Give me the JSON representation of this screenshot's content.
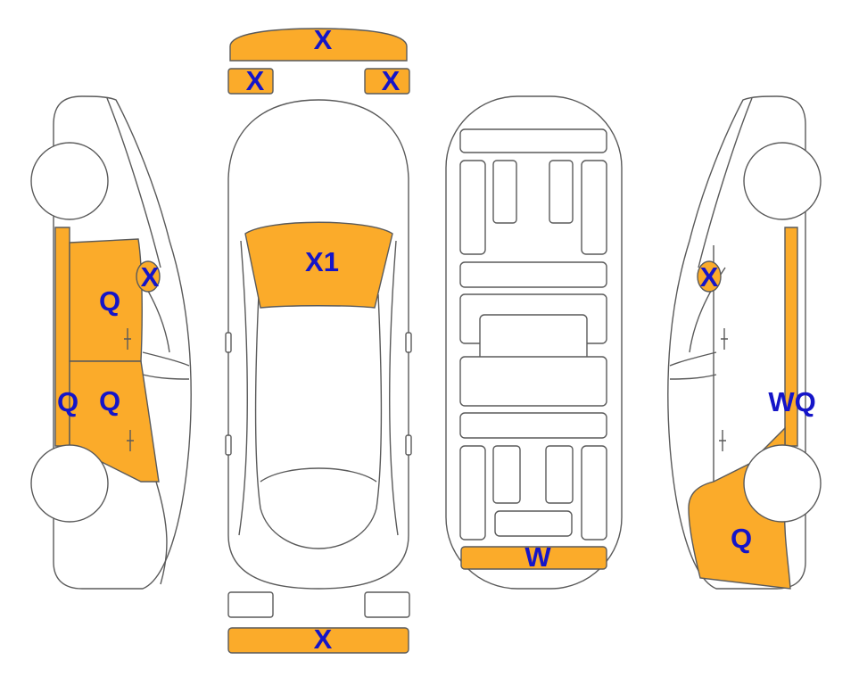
{
  "damage_fill_color": "#fbab2a",
  "outline_color": "#5a5a5a",
  "label_color": "#1515c8",
  "labels": {
    "front_bumper": "X",
    "front_light_left": "X",
    "front_light_right": "X",
    "windshield": "X1",
    "rear_bumper": "X",
    "underbody_rear": "W",
    "left_front_door_upper": "Q",
    "left_rear_door": "Q",
    "left_sill": "Q",
    "left_mirror": "X",
    "right_mirror": "X",
    "right_sill": "WQ",
    "right_rear_quarter": "Q"
  }
}
